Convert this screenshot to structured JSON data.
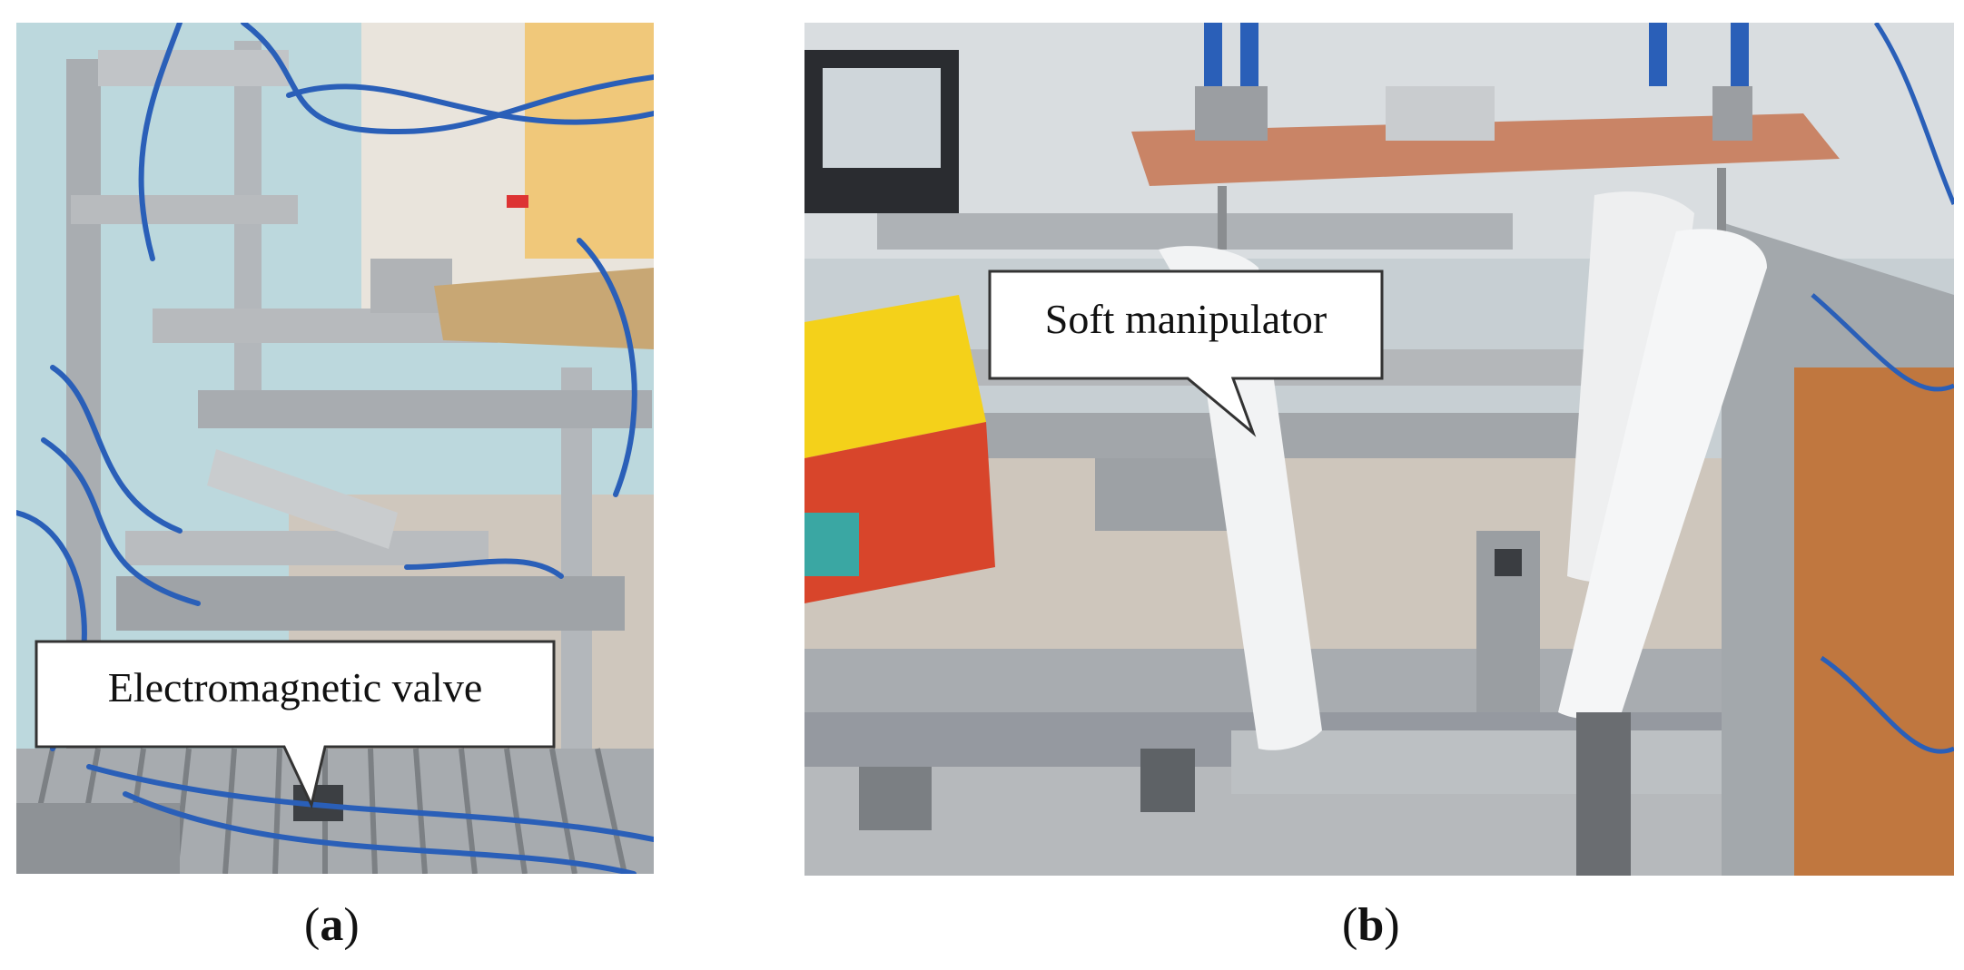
{
  "panels": {
    "a": {
      "callout_text": "Electromagnetic valve",
      "caption_open": "(",
      "caption_letter": "a",
      "caption_close": ")"
    },
    "b": {
      "callout_text": "Soft manipulator",
      "caption_open": "(",
      "caption_letter": "b",
      "caption_close": ")"
    }
  },
  "colors": {
    "aluminum": "#b9bcbf",
    "tubing": "#2a5fb8",
    "copper_plate": "#c98466",
    "soft_actuator": "#f2f3f4",
    "floor": "#cfc6bd",
    "wall": "#bfd9de"
  }
}
